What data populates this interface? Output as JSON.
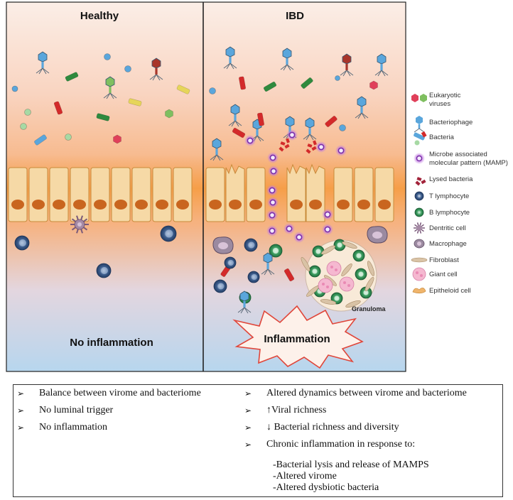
{
  "panels": {
    "healthy": {
      "title": "Healthy",
      "status": "No inflammation"
    },
    "ibd": {
      "title": "IBD",
      "status": "Inflammation",
      "granuloma": "Granuloma"
    }
  },
  "legend": [
    {
      "icon": "eukaryotic-virus-icon",
      "label1": "Eukaryotic",
      "label2": "viruses"
    },
    {
      "icon": "bacteriophage-icon",
      "label1": "Bacteriophage",
      "label2": ""
    },
    {
      "icon": "bacteria-icon",
      "label1": "Bacteria",
      "label2": ""
    },
    {
      "icon": "mamp-icon",
      "label1": "Microbe associated",
      "label2": "molecular pattern (MAMP)"
    },
    {
      "icon": "lysed-bacteria-icon",
      "label1": "Lysed bacteria",
      "label2": ""
    },
    {
      "icon": "t-lymphocyte-icon",
      "label1": "T lymphocyte",
      "label2": ""
    },
    {
      "icon": "b-lymphocyte-icon",
      "label1": "B lymphocyte",
      "label2": ""
    },
    {
      "icon": "dendritic-cell-icon",
      "label1": "Dentritic cell",
      "label2": ""
    },
    {
      "icon": "macrophage-icon",
      "label1": "Macrophage",
      "label2": ""
    },
    {
      "icon": "fibroblast-icon",
      "label1": "Fibroblast",
      "label2": ""
    },
    {
      "icon": "giant-cell-icon",
      "label1": "Giant cell",
      "label2": ""
    },
    {
      "icon": "epitheloid-cell-icon",
      "label1": "Epitheloid cell",
      "label2": ""
    }
  ],
  "summary": {
    "left": [
      "Balance between virome and bacteriome",
      "No luminal trigger",
      "No inflammation"
    ],
    "right": [
      "Altered dynamics between virome and bacteriome",
      "↑Viral richness",
      "↓ Bacterial richness and diversity",
      "Chronic inflammation in response to:"
    ],
    "sub": [
      "-Bacterial lysis and release of MAMPS",
      "-Altered virome",
      "-Altered dysbiotic bacteria"
    ],
    "bullet": "➢"
  },
  "colors": {
    "virus_blue": "#5aa6dc",
    "virus_red": "#a8352a",
    "bacteria_red": "#d32a2a",
    "bacteria_green": "#2f8a3e",
    "mamp": "#7a2fa8",
    "epithelium": "#f6d9a6",
    "nucleus": "#c9651f"
  }
}
